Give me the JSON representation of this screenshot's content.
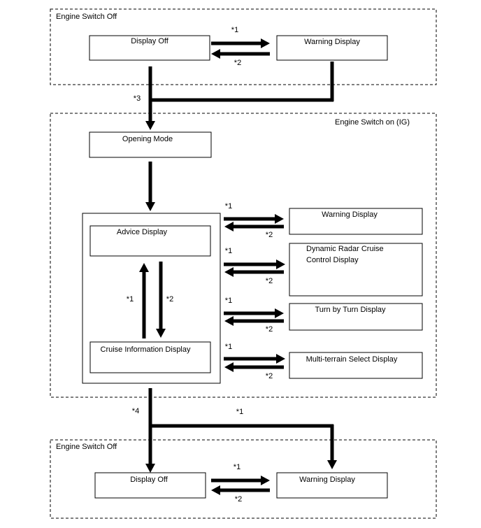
{
  "top_group": {
    "title": "Engine Switch Off",
    "display_off": "Display Off",
    "warning_display": "Warning Display",
    "fwd_note": "*1",
    "back_note": "*2"
  },
  "transition_top": "*3",
  "middle_group": {
    "title": "Engine Switch on (IG)",
    "opening_mode": "Opening Mode",
    "advice_display": "Advice Display",
    "cruise_info_line": "Cruise Information Display",
    "up_note": "*1",
    "down_note": "*2",
    "right_displays": [
      {
        "lines": [
          "Warning Display"
        ],
        "fwd": "*1",
        "back": "*2"
      },
      {
        "lines": [
          "Dynamic Radar Cruise",
          "Control Display"
        ],
        "fwd": "*1",
        "back": "*2"
      },
      {
        "lines": [
          "Turn by Turn Display"
        ],
        "fwd": "*1",
        "back": "*2"
      },
      {
        "lines": [
          "Multi-terrain Select Display"
        ],
        "fwd": "*1",
        "back": "*2"
      }
    ]
  },
  "transition_bottom": {
    "left_note": "*4",
    "right_note": "*1"
  },
  "bottom_group": {
    "title": "Engine Switch Off",
    "display_off": "Display Off",
    "warning_display": "Warning Display",
    "fwd_note": "*1",
    "back_note": "*2"
  }
}
